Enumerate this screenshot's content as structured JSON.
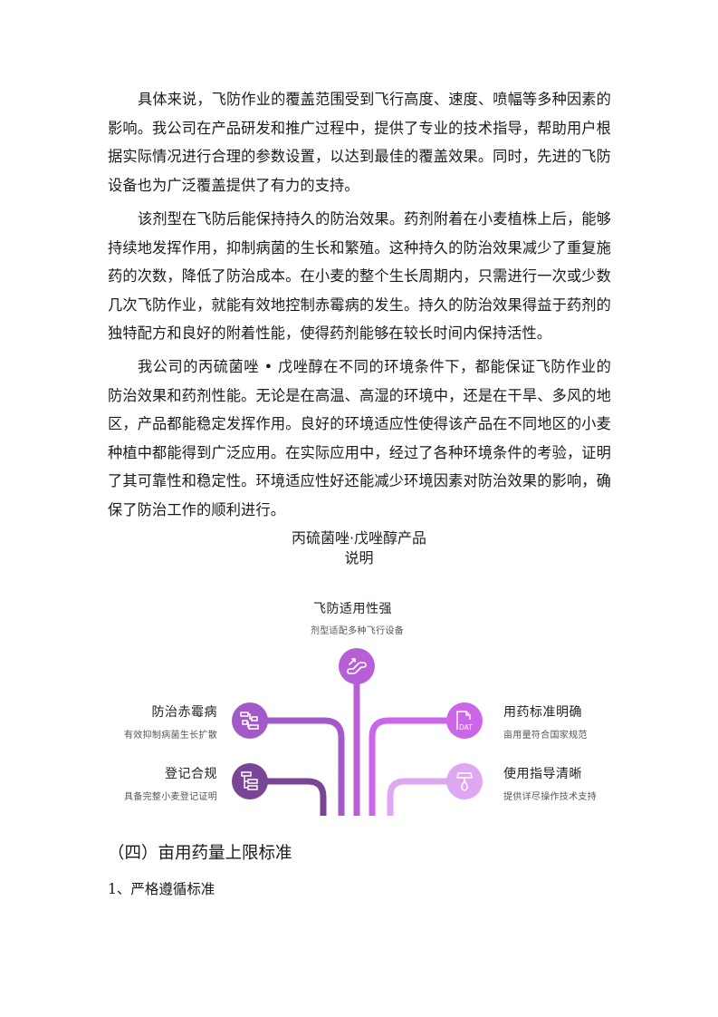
{
  "document": {
    "paragraphs": [
      "具体来说，飞防作业的覆盖范围受到飞行高度、速度、喷幅等多种因素的影响。我公司在产品研发和推广过程中，提供了专业的技术指导，帮助用户根据实际情况进行合理的参数设置，以达到最佳的覆盖效果。同时，先进的飞防设备也为广泛覆盖提供了有力的支持。",
      "该剂型在飞防后能保持持久的防治效果。药剂附着在小麦植株上后，能够持续地发挥作用，抑制病菌的生长和繁殖。这种持久的防治效果减少了重复施药的次数，降低了防治成本。在小麦的整个生长周期内，只需进行一次或少数几次飞防作业，就能有效地控制赤霉病的发生。持久的防治效果得益于药剂的独特配方和良好的附着性能，使得药剂能够在较长时间内保持活性。",
      "我公司的丙硫菌唑 • 戊唑醇在不同的环境条件下，都能保证飞防作业的防治效果和药剂性能。无论是在高温、高湿的环境中，还是在干旱、多风的地区，产品都能稳定发挥作用。良好的环境适应性使得该产品在不同地区的小麦种植中都能得到广泛应用。在实际应用中，经过了各种环境条件的考验，证明了其可靠性和稳定性。环境适应性好还能减少环境因素对防治效果的影响，确保了防治工作的顺利进行。"
    ],
    "section_heading": "（四）亩用药量上限标准",
    "sub_heading": "1、严格遵循标准"
  },
  "figure": {
    "title_line1": "丙硫菌唑·戊唑醇产品",
    "title_line2": "说明",
    "nodes": {
      "top": {
        "title": "飞防适用性强",
        "subtitle": "剂型适配多种飞行设备",
        "icon": "escalator-icon",
        "color": "#b65fd6"
      },
      "left_upper": {
        "title": "防治赤霉病",
        "subtitle": "有效抑制病菌生长扩散",
        "icon": "flowchart-icon",
        "color": "#a35ac9"
      },
      "left_lower": {
        "title": "登记合规",
        "subtitle": "具备完整小麦登记证明",
        "icon": "hierarchy-icon",
        "color": "#7a4594"
      },
      "right_upper": {
        "title": "用药标准明确",
        "subtitle": "亩用量符合国家规范",
        "icon": "dat-file-icon",
        "color": "#cc66e8"
      },
      "right_lower": {
        "title": "使用指导清晰",
        "subtitle": "提供详尽操作技术支持",
        "icon": "lamp-icon",
        "color": "#dfa6f2"
      }
    }
  }
}
